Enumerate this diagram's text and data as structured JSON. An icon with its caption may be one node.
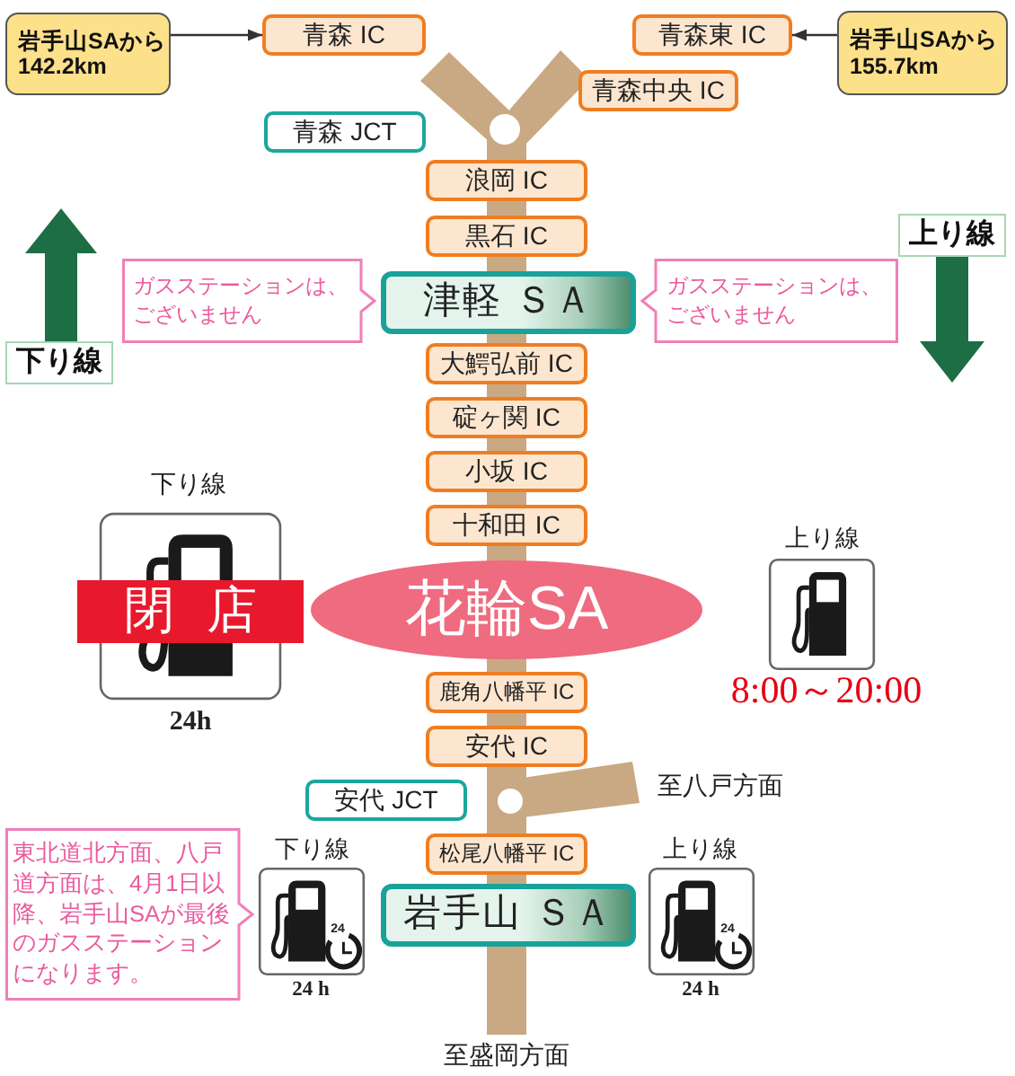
{
  "diagram": {
    "nodes": [
      {
        "text": [
          "岩手山SAから 142.2km"
        ]
      },
      {
        "text": [
          "青森 IC"
        ]
      },
      {
        "text": [
          "青森東 IC"
        ]
      },
      {
        "text": [
          "岩手山SAから 155.7km"
        ]
      },
      {
        "text": [
          "青森中央 IC"
        ]
      },
      {
        "text": [
          "青森 JCT"
        ]
      },
      {
        "text": [
          "浪岡 IC"
        ]
      },
      {
        "text": [
          "黒石 IC"
        ]
      },
      {
        "text": [
          "上り線"
        ]
      },
      {
        "text": [
          "ガスステーションは、ございません"
        ]
      },
      {
        "text": [
          "津軽 ＳＡ"
        ]
      },
      {
        "text": [
          "ガスステーションは、ございません"
        ]
      },
      {
        "text": [
          "下り線"
        ]
      },
      {
        "text": [
          "大鰐弘前 IC"
        ]
      },
      {
        "text": [
          "碇ヶ関 IC"
        ]
      },
      {
        "text": [
          "小坂 IC"
        ]
      },
      {
        "text": [
          "十和田 IC"
        ]
      },
      {
        "text": [
          "閉店"
        ]
      },
      {
        "text": [
          "花輪SA"
        ]
      },
      {
        "text": [
          "鹿角八幡平 IC"
        ]
      },
      {
        "text": [
          "安代 IC"
        ]
      },
      {
        "text": [
          "安代 JCT"
        ]
      },
      {
        "text": [
          "松尾八幡平 IC"
        ]
      },
      {
        "text": [
          "東北道北方面、八戸道方面は、4月1日以降、岩手山SAが最後のガスステーションになります。"
        ]
      },
      {
        "text": [
          "岩手山 ＳＡ"
        ]
      }
    ],
    "edges": [
      {
        "from": 0,
        "to": 1,
        "arrow": "to"
      },
      {
        "from": 3,
        "to": 2,
        "arrow": "to"
      }
    ],
    "labels": [
      "下り線",
      "上り線",
      "8:00～20:00",
      "24h",
      "至八戸方面",
      "下り線",
      "上り線",
      "24",
      "24",
      "24 h",
      "24 h",
      "至盛岡方面"
    ]
  }
}
